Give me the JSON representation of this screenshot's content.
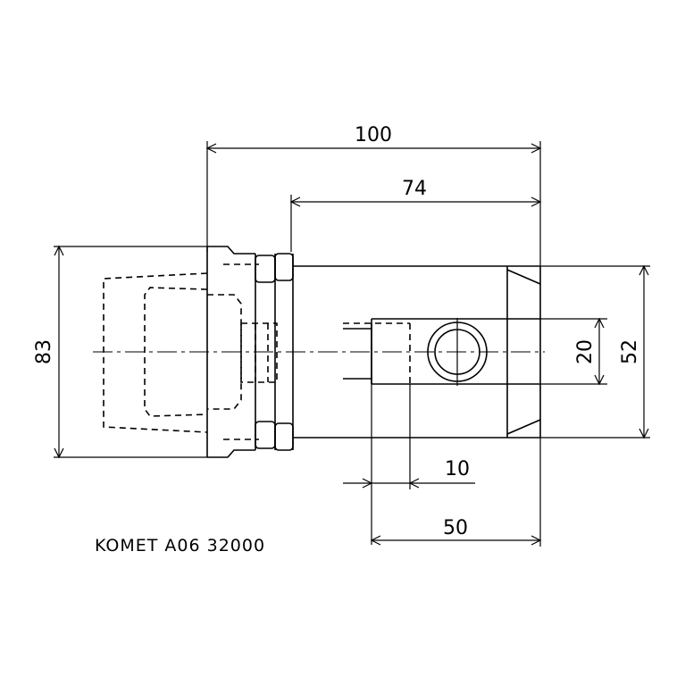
{
  "dimensions": {
    "overall_length": "100",
    "shank_length": "74",
    "left_diameter": "83",
    "hole_diameter": "20",
    "body_diameter": "52",
    "screw_offset": "10",
    "clamp_length": "50"
  },
  "caption": "KOMET A06 32000",
  "colors": {
    "line": "#000000",
    "background": "#ffffff"
  }
}
